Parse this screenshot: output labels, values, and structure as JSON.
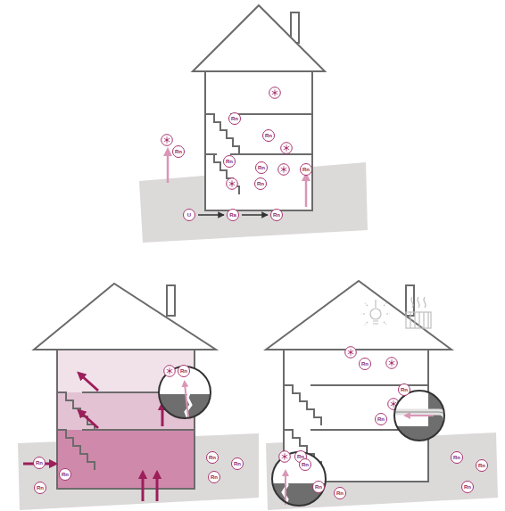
{
  "diagram": {
    "nodes": [
      {
        "text": [
          "Rn"
        ]
      },
      {
        "text": [
          "Rn"
        ]
      },
      {
        "text": [
          "Rn"
        ]
      },
      {
        "text": [
          "Rn"
        ]
      },
      {
        "text": [
          "Rn"
        ]
      },
      {
        "text": [
          "Rn"
        ]
      },
      {
        "text": [
          "Rn"
        ]
      },
      {
        "text": [
          "U"
        ]
      },
      {
        "text": [
          "Ra"
        ]
      },
      {
        "text": [
          "Rn"
        ]
      },
      {
        "text": [
          "Rn"
        ]
      },
      {
        "text": [
          "Rn"
        ]
      },
      {
        "text": [
          "Rn"
        ]
      },
      {
        "text": [
          "Rn"
        ]
      },
      {
        "text": [
          "Rn"
        ]
      },
      {
        "text": [
          "Rn"
        ]
      },
      {
        "text": [
          "Rn"
        ]
      },
      {
        "text": [
          "Rn"
        ]
      },
      {
        "text": [
          "Rn"
        ]
      },
      {
        "text": [
          "Rn"
        ]
      },
      {
        "text": [
          "Rn"
        ]
      },
      {
        "text": [
          "Rn"
        ]
      },
      {
        "text": [
          "Rn"
        ]
      },
      {
        "text": [
          "Rn"
        ]
      },
      {
        "text": [
          "Rn"
        ]
      },
      {
        "text": [
          "Rn"
        ]
      },
      {
        "text": [
          "Rn"
        ]
      }
    ],
    "edges": [
      {
        "from": 7,
        "to": 8,
        "arrow": "to"
      },
      {
        "from": 8,
        "to": 9,
        "arrow": "to"
      }
    ]
  }
}
